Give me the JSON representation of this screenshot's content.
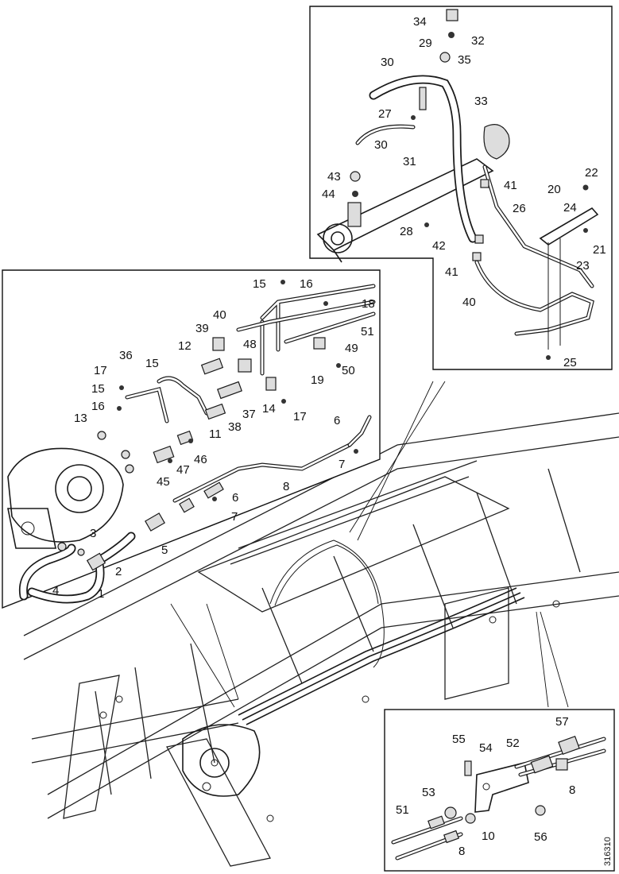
{
  "diagram": {
    "reference_code": "316310",
    "callouts": [
      "1",
      "2",
      "3",
      "4",
      "5",
      "6",
      "7",
      "8",
      "10",
      "11",
      "12",
      "13",
      "14",
      "15",
      "16",
      "17",
      "18",
      "19",
      "20",
      "21",
      "22",
      "23",
      "24",
      "25",
      "26",
      "27",
      "28",
      "29",
      "30",
      "31",
      "32",
      "33",
      "34",
      "35",
      "36",
      "37",
      "38",
      "39",
      "40",
      "41",
      "42",
      "43",
      "44",
      "45",
      "46",
      "47",
      "48",
      "49",
      "50",
      "51",
      "52",
      "53",
      "54",
      "55",
      "56",
      "57"
    ]
  }
}
